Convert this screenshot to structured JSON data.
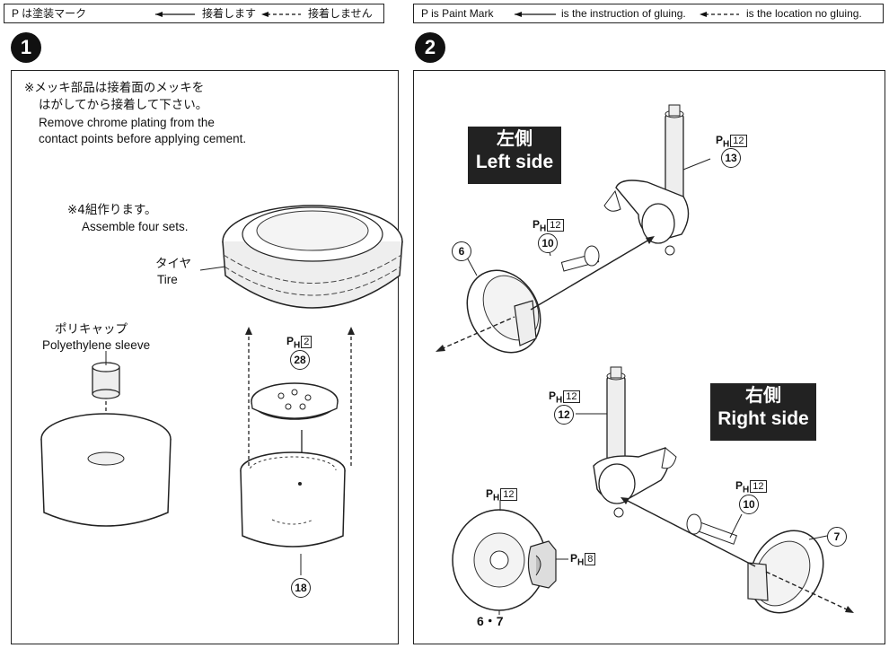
{
  "legend_jp": {
    "text": "P は塗装マーク",
    "glue": "接着します",
    "noglue": "接着しません"
  },
  "legend_en": {
    "paint": "P is Paint Mark",
    "glue": "is the instruction of gluing.",
    "noglue": "is the location no gluing."
  },
  "step1": {
    "number": "1",
    "note_jp_1": "※メッキ部品は接着面のメッキを",
    "note_jp_2": "はがしてから接着して下さい。",
    "note_en_1": "Remove chrome plating from the",
    "note_en_2": "contact points before applying cement.",
    "sets_jp": "※4組作ります。",
    "sets_en": "Assemble four sets.",
    "tire_jp": "タイヤ",
    "tire_en": "Tire",
    "sleeve_jp": "ポリキャップ",
    "sleeve_en": "Polyethylene sleeve",
    "part_28": "28",
    "part_18": "18",
    "pmark_28": "H",
    "pmark_28_num": "2"
  },
  "step2": {
    "number": "2",
    "left_jp": "左側",
    "left_en": "Left side",
    "right_jp": "右側",
    "right_en": "Right side",
    "part_13": "13",
    "part_10a": "10",
    "part_6": "6",
    "part_12": "12",
    "part_10b": "10",
    "part_7": "7",
    "part_67": "6・7",
    "pm_13": "H",
    "pm_13_num": "12",
    "pm_10a": "H",
    "pm_10a_num": "12",
    "pm_12": "H",
    "pm_12_num": "12",
    "pm_10b": "H",
    "pm_10b_num": "12",
    "pm_disc": "H",
    "pm_disc_num": "12",
    "pm_caliper": "H",
    "pm_caliper_num": "8"
  }
}
